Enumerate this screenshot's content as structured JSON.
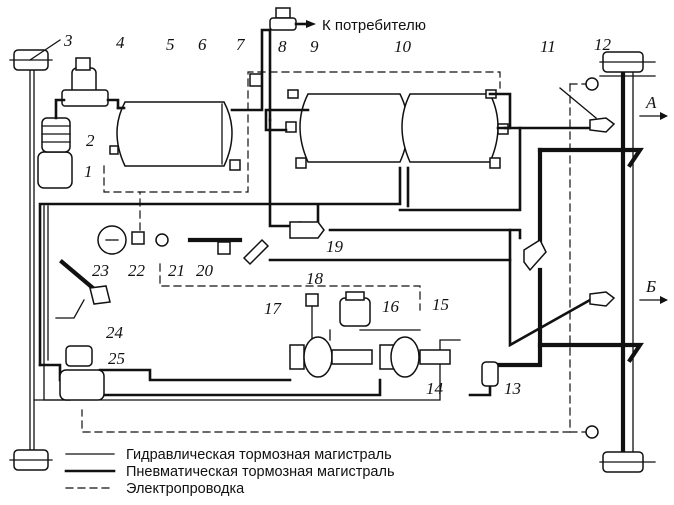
{
  "consumer_label": "К потребителю",
  "component_numbers": [
    "1",
    "2",
    "3",
    "4",
    "5",
    "6",
    "7",
    "8",
    "9",
    "10",
    "11",
    "12",
    "13",
    "14",
    "15",
    "16",
    "17",
    "18",
    "19",
    "20",
    "21",
    "22",
    "23",
    "24",
    "25"
  ],
  "axle_labels": {
    "front": "А",
    "rear": "Б"
  },
  "legend": {
    "hydraulic": "Гидравлическая тормозная магистраль",
    "pneumatic": "Пневматическая тормозная магистраль",
    "electrical": "Электропроводка"
  }
}
